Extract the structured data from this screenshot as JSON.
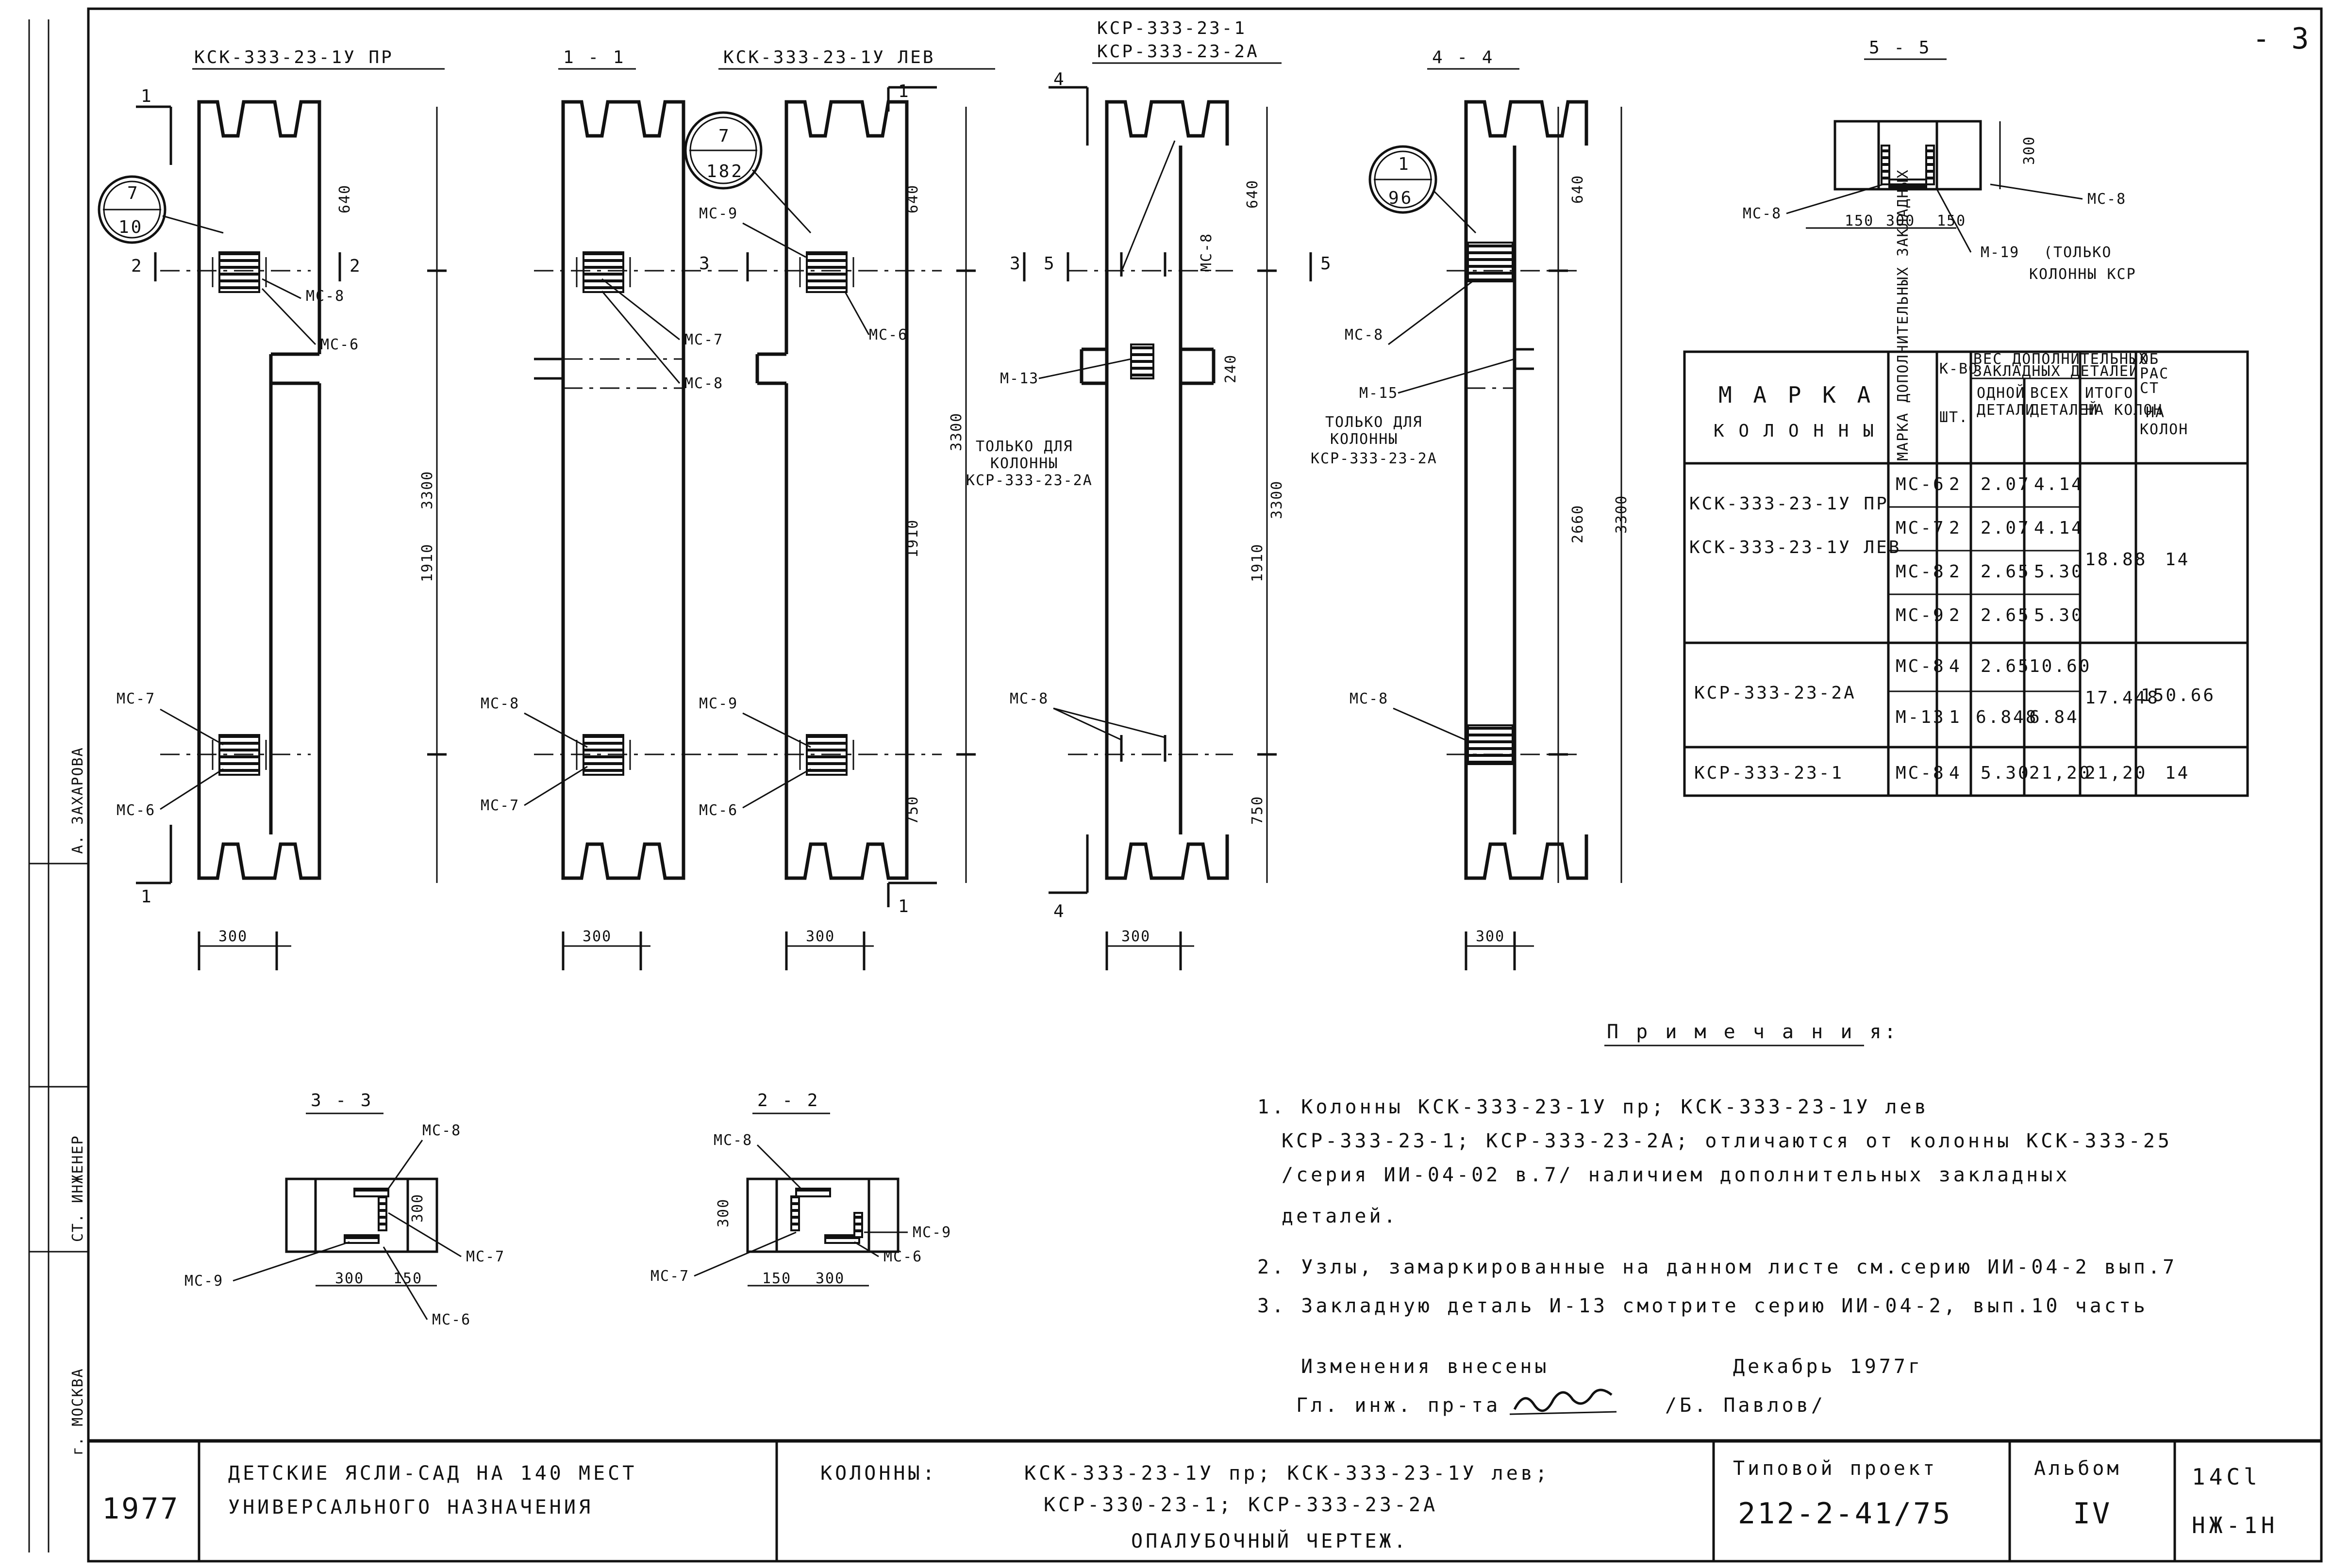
{
  "page_number": "- 3 -",
  "views": [
    {
      "title": "КСК-333-23-1У ПР"
    },
    {
      "title": "1 - 1"
    },
    {
      "title": "КСК-333-23-1У ЛЕВ"
    },
    {
      "title_line1": "КСР-333-23-1",
      "title_line2": "КСР-333-23-2А"
    },
    {
      "title": "4 - 4"
    },
    {
      "title": "5 - 5"
    }
  ],
  "dimensions": {
    "d640": "640",
    "d3300": "3300",
    "d1910": "1910",
    "d750": "750",
    "d300": "300",
    "d240": "240",
    "d2660": "2660",
    "d150": "150"
  },
  "section_marks": {
    "s1": "1",
    "s2": "2",
    "s3": "3",
    "s4": "4",
    "s5": "5"
  },
  "node_callouts": [
    {
      "top": "7",
      "bottom": "10"
    },
    {
      "top": "7",
      "bottom": "182"
    },
    {
      "top": "1",
      "bottom": "96"
    }
  ],
  "parts": {
    "mc6": "МС-6",
    "mc7": "МС-7",
    "mc8": "МС-8",
    "mc9": "МС-9",
    "m13": "М-13",
    "m15": "М-15",
    "m19": "М-19"
  },
  "annotations": {
    "m13_note": [
      "ТОЛЬКО ДЛЯ",
      "КОЛОННЫ",
      "КСР-333-23-2А"
    ],
    "m15_note": [
      "ТОЛЬКО ДЛЯ",
      "КОЛОННЫ",
      "КСР-333-23-2А"
    ],
    "m19_note": [
      "(ТОЛЬКО",
      "КОЛОННЫ КСР"
    ]
  },
  "sections": [
    {
      "title": "3 - 3"
    },
    {
      "title": "2 - 2"
    }
  ],
  "table": {
    "headers": {
      "mark": [
        "М А Р К А",
        "К О Л О Н Н Ы"
      ],
      "part": "МАРКА ДОПОЛНИТЕЛЬНЫХ ЗАКЛАДНЫХ",
      "count": [
        "К-ВО",
        "ШТ."
      ],
      "weight_group": [
        "ВЕС ДОПОЛНИТЕЛЬНЫХ",
        "ЗАКЛАДНЫХ ДЕТАЛЕЙ"
      ],
      "one": [
        "ОДНОЙ",
        "ДЕТАЛИ"
      ],
      "all": [
        "ВСЕХ",
        "ДЕТАЛЕЙ"
      ],
      "total": [
        "ИТОГО",
        "НА КОЛОН"
      ],
      "extra": [
        "ОБ",
        "РАС",
        "СТ",
        "НА",
        "КОЛОН"
      ]
    },
    "groups": [
      {
        "columns": [
          "КСК-333-23-1У ПР",
          "КСК-333-23-1У ЛЕВ"
        ],
        "total": "18.88",
        "extra": "14",
        "rows": [
          {
            "part": "МС-6",
            "count": "2",
            "one": "2.07",
            "all": "4.14"
          },
          {
            "part": "МС-7",
            "count": "2",
            "one": "2.07",
            "all": "4.14"
          },
          {
            "part": "МС-8",
            "count": "2",
            "one": "2.65",
            "all": "5.30"
          },
          {
            "part": "МС-9",
            "count": "2",
            "one": "2.65",
            "all": "5.30"
          }
        ]
      },
      {
        "columns": [
          "КСР-333-23-2А"
        ],
        "total": "17.448",
        "extra": "150.66",
        "rows": [
          {
            "part": "МС-8",
            "count": "4",
            "one": "2.65",
            "all": "10.60"
          },
          {
            "part": "М-13",
            "count": "1",
            "one": "6.848",
            "all": "6.84"
          }
        ]
      },
      {
        "columns": [
          "КСР-333-23-1"
        ],
        "total": "21,20",
        "extra": "14",
        "rows": [
          {
            "part": "МС-8",
            "count": "4",
            "one": "5.30",
            "all": "21,20"
          }
        ]
      }
    ]
  },
  "notes": {
    "title": "П р и м е ч а н и я:",
    "items": [
      "1. Колонны КСК-333-23-1У пр; КСК-333-23-1У лев",
      "КСР-333-23-1; КСР-333-23-2А; отличаются от колонны КСК-333-25",
      "/серия ИИ-04-02 в.7/ наличием дополнительных закладных",
      "деталей.",
      "2. Узлы, замаркированные на данном листе см.серию ИИ-04-2 вып.7",
      "3. Закладную деталь И-13 смотрите серию ИИ-04-2, вып.10 часть"
    ]
  },
  "changes": {
    "line1": "Изменения внесены",
    "date": "Декабрь 1977г",
    "line2_prefix": "Гл. инж. пр-та",
    "signer": "/Б. Павлов/"
  },
  "title_block": {
    "year": "1977",
    "object_line1": "ДЕТСКИЕ ЯСЛИ-САД НА 140 МЕСТ",
    "object_line2": "УНИВЕРСАЛЬНОГО НАЗНАЧЕНИЯ",
    "label": "КОЛОННЫ:",
    "line1": "КСК-333-23-1У пр; КСК-333-23-1У лев;",
    "line2": "КСР-330-23-1; КСР-333-23-2А",
    "line3": "ОПАЛУБОЧНЫЙ ЧЕРТЕЖ.",
    "project_label": "Типовой проект",
    "project_number": "212-2-41/75",
    "album_label": "Альбом",
    "album_number": "IV",
    "code1": "14Cl",
    "code2": "НЖ-1Н"
  },
  "side_stamp": {
    "city": "г. МОСКВА",
    "role": "СТ. ИНЖЕНЕР",
    "name": "А. ЗАХАРОВА"
  }
}
